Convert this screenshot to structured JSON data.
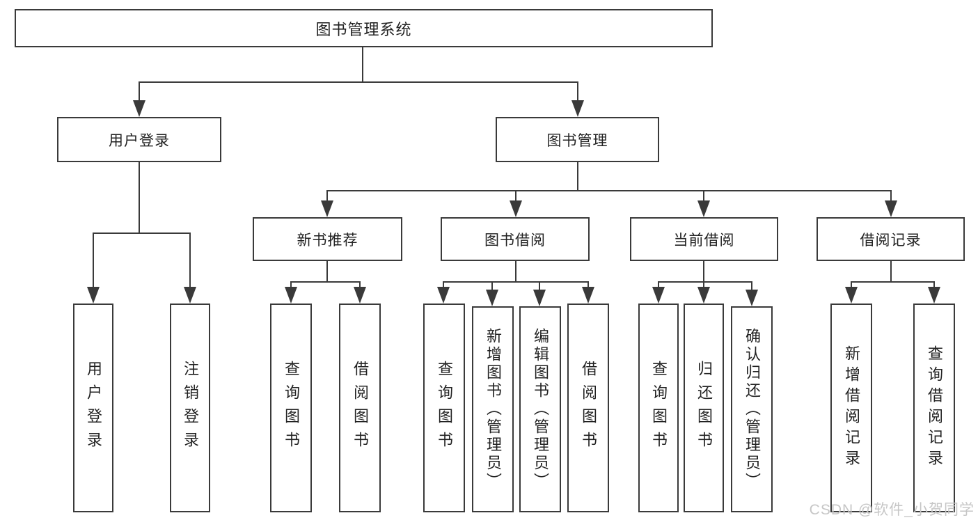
{
  "diagram": {
    "root": {
      "label": "图书管理系统"
    },
    "branches": [
      {
        "label": "用户登录",
        "children": [
          {
            "label": "用户登录"
          },
          {
            "label": "注销登录"
          }
        ]
      },
      {
        "label": "图书管理",
        "children": [
          {
            "label": "新书推荐",
            "children": [
              {
                "label": "查询图书"
              },
              {
                "label": "借阅图书"
              }
            ]
          },
          {
            "label": "图书借阅",
            "children": [
              {
                "label": "查询图书"
              },
              {
                "label": "新增图书（管理员）"
              },
              {
                "label": "编辑图书（管理员）"
              },
              {
                "label": "借阅图书"
              }
            ]
          },
          {
            "label": "当前借阅",
            "children": [
              {
                "label": "查询图书"
              },
              {
                "label": "归还图书"
              },
              {
                "label": "确认归还（管理员）"
              }
            ]
          },
          {
            "label": "借阅记录",
            "children": [
              {
                "label": "新增借阅记录"
              },
              {
                "label": "查询借阅记录"
              }
            ]
          }
        ]
      }
    ]
  },
  "watermark": {
    "text": "CSDN @软件_小贺同学"
  },
  "colors": {
    "line": "#3a3a3a",
    "box_background": "#ffffff",
    "text": "#222222",
    "watermark": "#c6c6c6"
  }
}
